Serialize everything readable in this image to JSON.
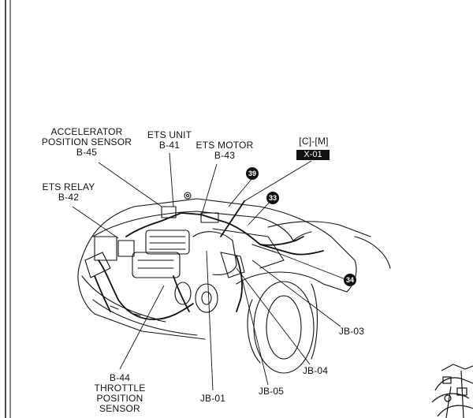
{
  "labels": {
    "accelerator_line1": "ACCELERATOR",
    "accelerator_line2": "POSITION SENSOR",
    "accelerator_code": "B-45",
    "ets_unit": "ETS UNIT",
    "ets_unit_code": "B-41",
    "ets_motor": "ETS MOTOR",
    "ets_motor_code": "B-43",
    "cm_ref": "[C]-[M]",
    "x01": "X-01",
    "ets_relay": "ETS RELAY",
    "ets_relay_code": "B-42",
    "b44": "B-44",
    "throttle_line1": "THROTTLE",
    "throttle_line2": "POSITION",
    "throttle_line3": "SENSOR",
    "jb01": "JB-01",
    "jb05": "JB-05",
    "jb04": "JB-04",
    "jb03": "JB-03"
  },
  "badges": [
    "39",
    "33",
    "34"
  ],
  "colors": {
    "ink": "#111111",
    "paper": "#ffffff",
    "badge": "#111111"
  }
}
